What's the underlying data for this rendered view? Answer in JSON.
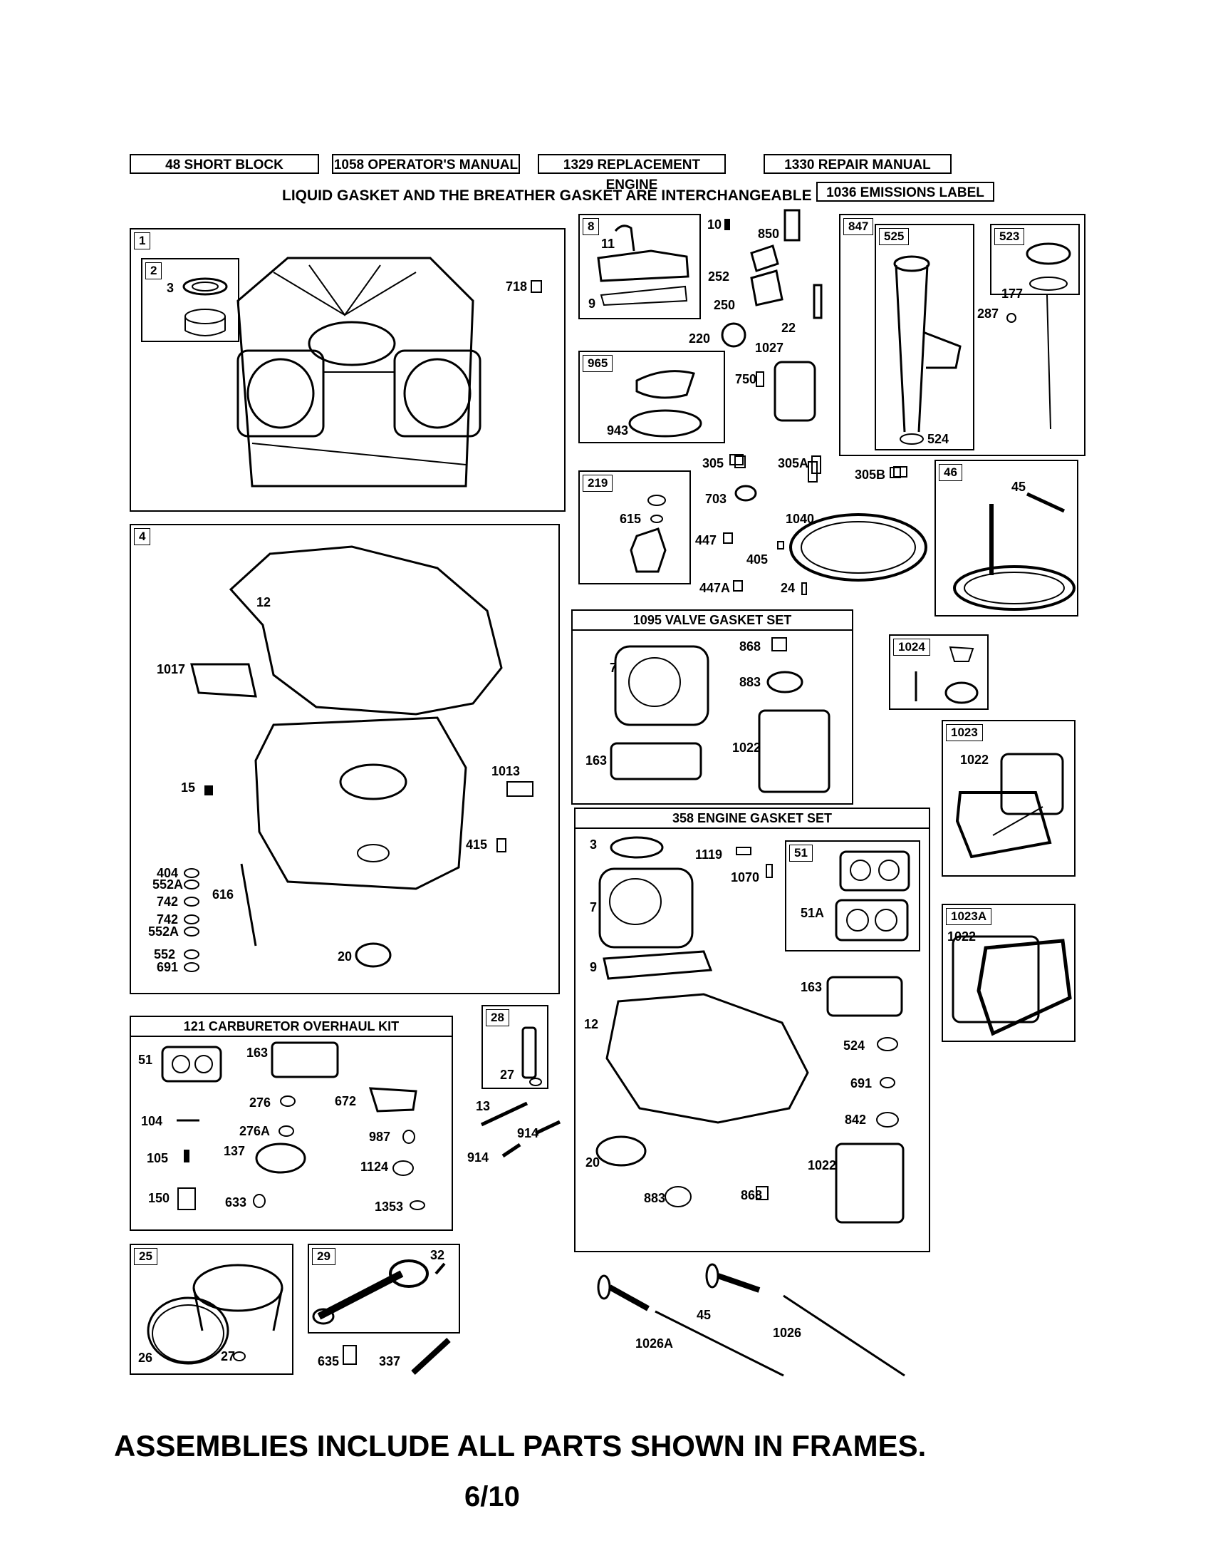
{
  "header": {
    "short_block": "48 SHORT BLOCK",
    "operators_manual": "1058 OPERATOR'S MANUAL",
    "replacement_engine": "1329 REPLACEMENT ENGINE",
    "repair_manual": "1330 REPAIR MANUAL",
    "emissions_label": "1036 EMISSIONS LABEL",
    "note": "LIQUID GASKET AND THE BREATHER GASKET ARE INTERCHANGEABLE"
  },
  "frames": {
    "f1": "1",
    "f2": "2",
    "f4": "4",
    "f8": "8",
    "f965": "965",
    "f847": "847",
    "f525": "525",
    "f523": "523",
    "f219": "219",
    "f46": "46",
    "f1024": "1024",
    "f1023": "1023",
    "f1023a": "1023A",
    "f51": "51",
    "f28": "28",
    "f25": "25",
    "f29": "29"
  },
  "kits": {
    "valve_gasket_set": "1095 VALVE GASKET SET",
    "engine_gasket_set": "358 ENGINE GASKET SET",
    "carb_overhaul_kit": "121 CARBURETOR OVERHAUL KIT"
  },
  "labels": {
    "b1_3": "3",
    "b1_718": "718",
    "b4_12": "12",
    "b4_1017": "1017",
    "b4_1013": "1013",
    "b4_15": "15",
    "b4_415": "415",
    "b4_404": "404",
    "b4_552a_1": "552A",
    "b4_742_1": "742",
    "b4_616": "616",
    "b4_742_2": "742",
    "b4_552a_2": "552A",
    "b4_552": "552",
    "b4_691": "691",
    "b4_20": "20",
    "b8_11": "11",
    "b8_9": "9",
    "p10": "10",
    "p850": "850",
    "p252": "252",
    "p250": "250",
    "p22": "22",
    "p220": "220",
    "p1027": "1027",
    "p943": "943",
    "p750": "750",
    "p177": "177",
    "p287": "287",
    "p524": "524",
    "p305": "305",
    "p305a": "305A",
    "p305b": "305B",
    "p615": "615",
    "p703": "703",
    "p447": "447",
    "p405": "405",
    "p1040": "1040",
    "p447a": "447A",
    "p24": "24",
    "p45": "45",
    "v7": "7",
    "v868": "868",
    "v883": "883",
    "v163": "163",
    "v1022": "1022",
    "c1022": "1022",
    "c1022a": "1022",
    "e3": "3",
    "e1119": "1119",
    "e1070": "1070",
    "e7": "7",
    "e51a": "51A",
    "e9": "9",
    "e163": "163",
    "e12": "12",
    "e524": "524",
    "e691": "691",
    "e842": "842",
    "e20": "20",
    "e1022": "1022",
    "e883": "883",
    "e868": "868",
    "k51": "51",
    "k163": "163",
    "k276": "276",
    "k672": "672",
    "k104": "104",
    "k276a": "276A",
    "k987": "987",
    "k105": "105",
    "k137": "137",
    "k1124": "1124",
    "k150": "150",
    "k633": "633",
    "k1353": "1353",
    "p27": "27",
    "p13": "13",
    "p914a": "914",
    "p914b": "914",
    "p26": "26",
    "p27b": "27",
    "p32": "32",
    "p635": "635",
    "p337": "337",
    "p45b": "45",
    "p1026": "1026",
    "p1026a": "1026A"
  },
  "footer": {
    "assemblies_note": "ASSEMBLIES INCLUDE ALL PARTS SHOWN IN FRAMES.",
    "page": "6/10"
  }
}
